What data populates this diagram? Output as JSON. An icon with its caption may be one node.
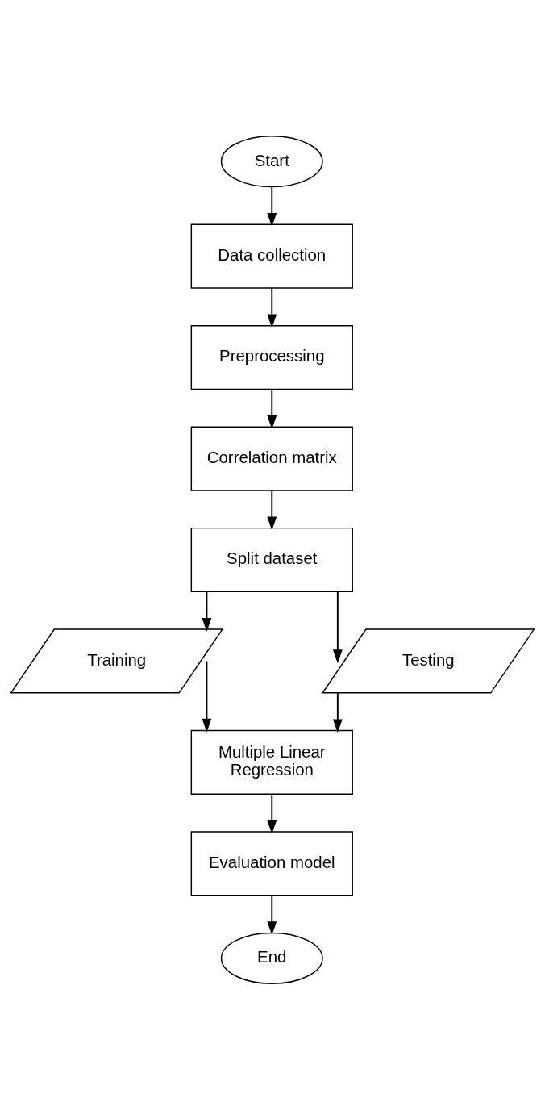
{
  "diagram": {
    "nodes": [
      {
        "text": [
          "Start"
        ]
      },
      {
        "text": [
          "Data collection"
        ]
      },
      {
        "text": [
          "Preprocessing"
        ]
      },
      {
        "text": [
          "Correlation matrix"
        ]
      },
      {
        "text": [
          "Split dataset"
        ]
      },
      {
        "text": [
          "Training"
        ]
      },
      {
        "text": [
          "Testing"
        ]
      },
      {
        "text": [
          "Multiple Linear Regression"
        ]
      },
      {
        "text": [
          "Evaluation model"
        ]
      },
      {
        "text": [
          "End"
        ]
      }
    ],
    "edges": [
      {
        "from": 0,
        "to": 1,
        "arrow": "to"
      },
      {
        "from": 1,
        "to": 2,
        "arrow": "to"
      },
      {
        "from": 2,
        "to": 3,
        "arrow": "to"
      },
      {
        "from": 3,
        "to": 4,
        "arrow": "to"
      },
      {
        "from": 4,
        "to": 5,
        "arrow": "to"
      },
      {
        "from": 4,
        "to": 6,
        "arrow": "to"
      },
      {
        "from": 5,
        "to": 7,
        "arrow": "to"
      },
      {
        "from": 6,
        "to": 7,
        "arrow": "to"
      },
      {
        "from": 7,
        "to": 8,
        "arrow": "to"
      },
      {
        "from": 8,
        "to": 9,
        "arrow": "to"
      }
    ]
  }
}
